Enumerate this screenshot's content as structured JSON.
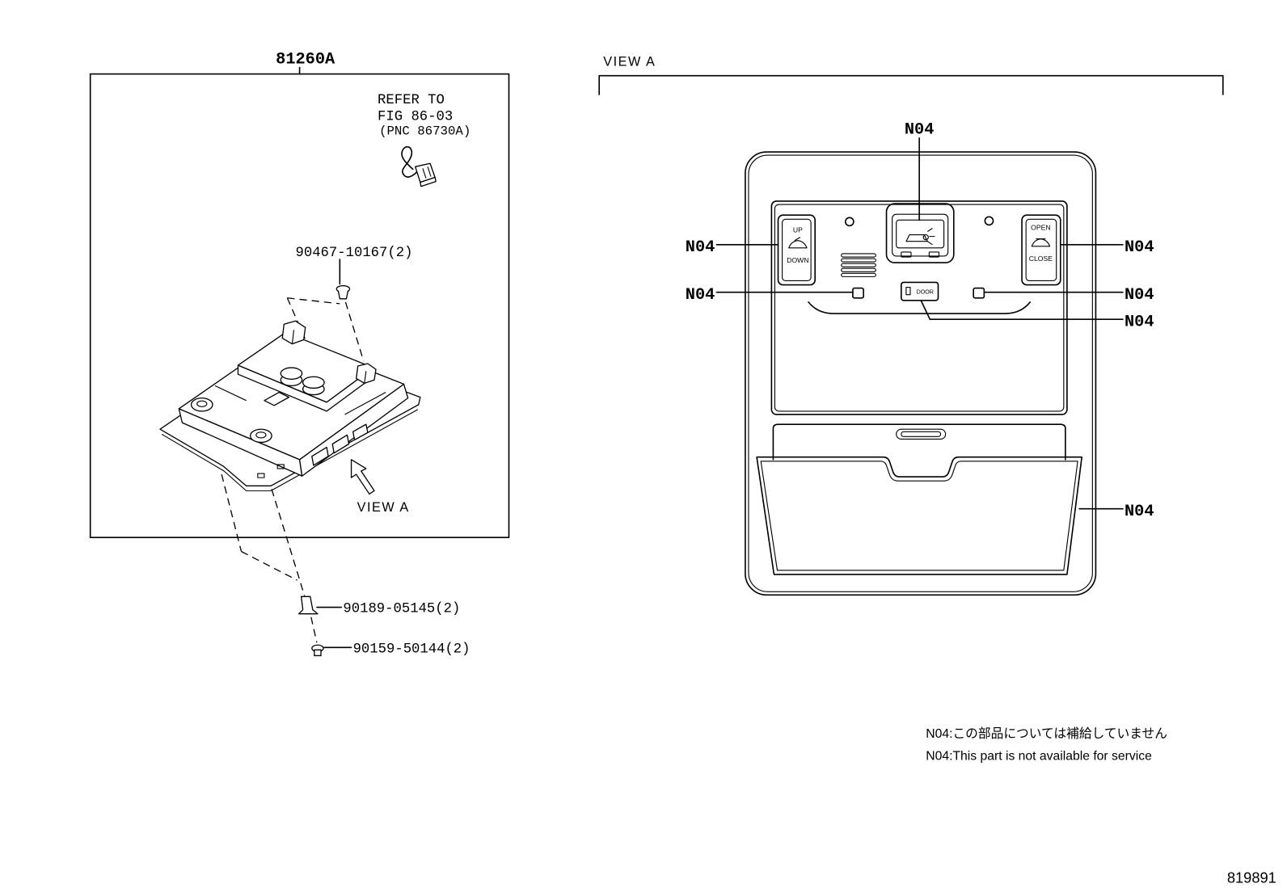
{
  "left_panel": {
    "assembly_part_no": "81260A",
    "refer_note": [
      "REFER TO",
      "FIG 86-03",
      "(PNC 86730A)"
    ],
    "view_label": "VIEW A",
    "callouts": [
      {
        "part_no": "90467-10167(2)"
      },
      {
        "part_no": "90189-05145(2)"
      },
      {
        "part_no": "90159-50144(2)"
      }
    ]
  },
  "right_panel": {
    "view_title": "VIEW A",
    "callouts": [
      {
        "label": "N04"
      },
      {
        "label": "N04"
      },
      {
        "label": "N04"
      },
      {
        "label": "N04"
      },
      {
        "label": "N04"
      },
      {
        "label": "N04"
      },
      {
        "label": "N04"
      }
    ],
    "switch_labels": {
      "tilt_up": "UP",
      "tilt_down": "DOWN",
      "slide_open": "OPEN",
      "slide_close": "CLOSE",
      "door": "DOOR"
    }
  },
  "notes": [
    "N04:この部品については補給していません",
    "N04:This part is not available for service"
  ],
  "illustration_number": "819891",
  "icons": {
    "tilt_switch": "sunroof-tilt-icon",
    "slide_switch": "sunroof-slide-icon",
    "map_lamp": "lamp-lens-icon",
    "view_arrow": "view-direction-arrow-icon"
  },
  "colors": {
    "line": "#000000",
    "background": "#ffffff"
  }
}
